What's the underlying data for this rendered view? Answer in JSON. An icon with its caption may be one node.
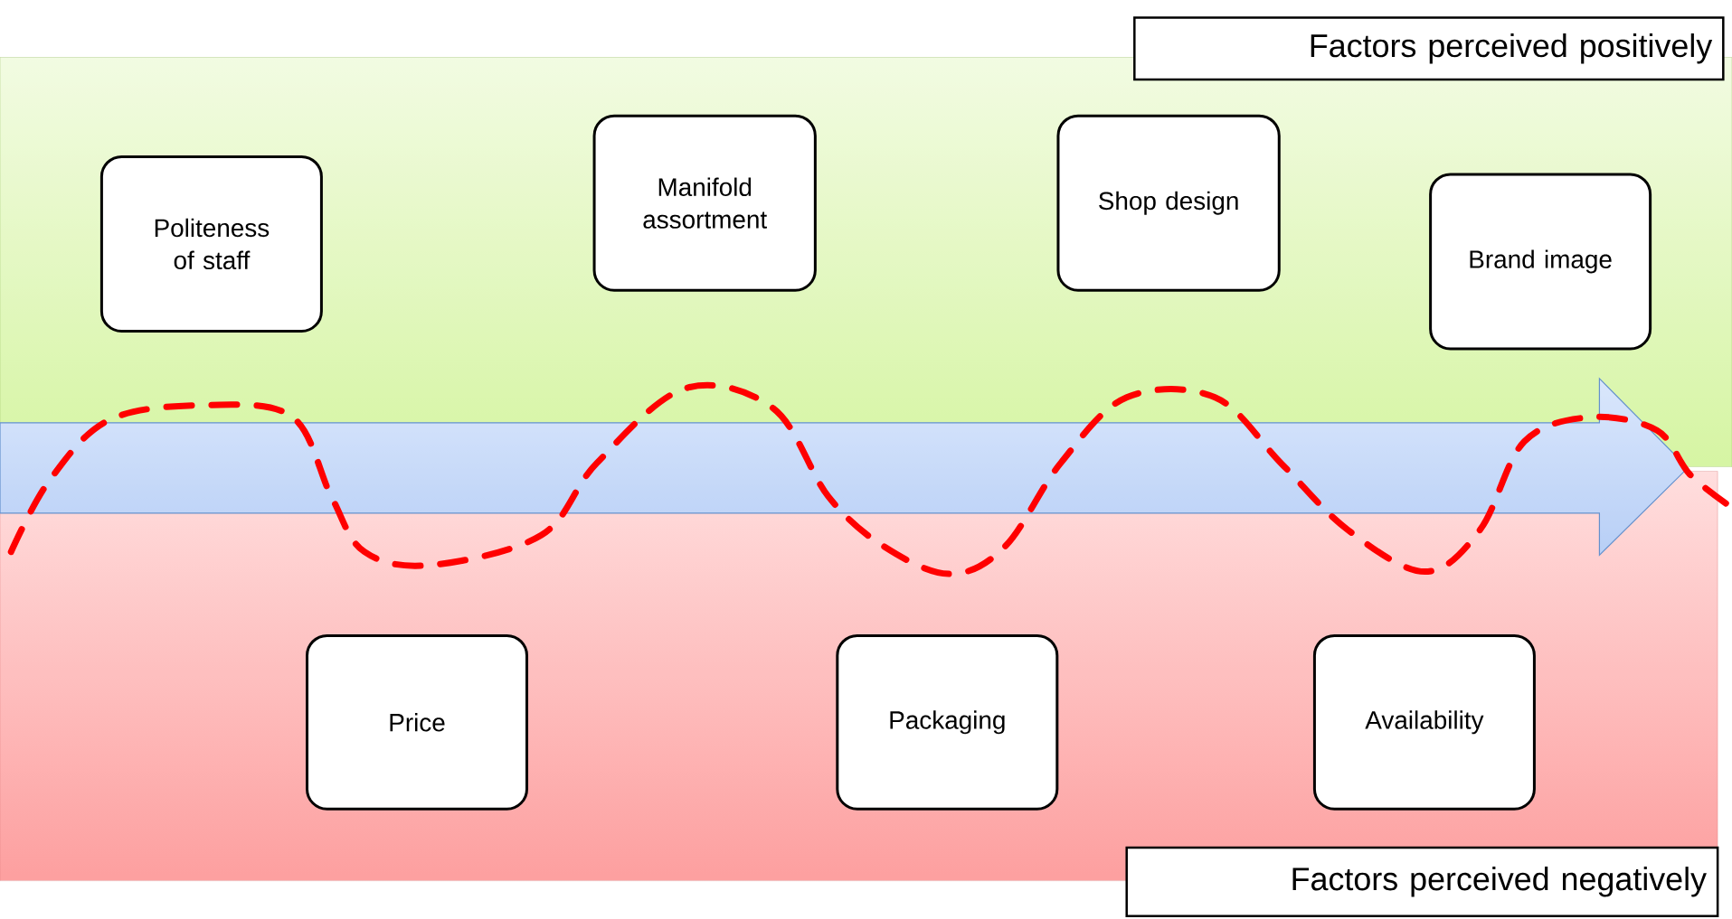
{
  "diagram": {
    "nodes": [
      {
        "text": [
          "Factors perceived positively"
        ]
      },
      {
        "text": [
          "Politeness of staff"
        ]
      },
      {
        "text": [
          "Manifold assortment"
        ]
      },
      {
        "text": [
          "Shop design"
        ]
      },
      {
        "text": [
          "Brand image"
        ]
      },
      {
        "text": [
          "Price"
        ]
      },
      {
        "text": [
          "Packaging"
        ]
      },
      {
        "text": [
          "Availability"
        ]
      },
      {
        "text": [
          "Factors perceived negatively"
        ]
      }
    ]
  }
}
